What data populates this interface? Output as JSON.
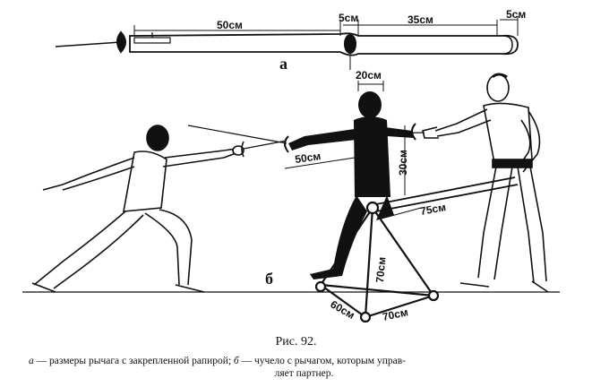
{
  "panel_labels": {
    "a": "а",
    "b": "б"
  },
  "dimensions": {
    "lever_main": "50см",
    "lever_pivot": "5см",
    "lever_tail": "35см",
    "lever_end": "5см",
    "dummy_width": "20см",
    "dummy_arm": "50см",
    "dummy_torso": "30см",
    "lever_rod": "75см",
    "stand_height": "70см",
    "base_side_a": "60см",
    "base_side_b": "70см"
  },
  "caption": {
    "title": "Рис. 92.",
    "a_letter": "а",
    "a_text": " — размеры рычага с закрепленной рапирой; ",
    "b_letter": "б",
    "b_text": " — чучело с рычагом, которым управ-",
    "continuation": "ляет партнер."
  }
}
